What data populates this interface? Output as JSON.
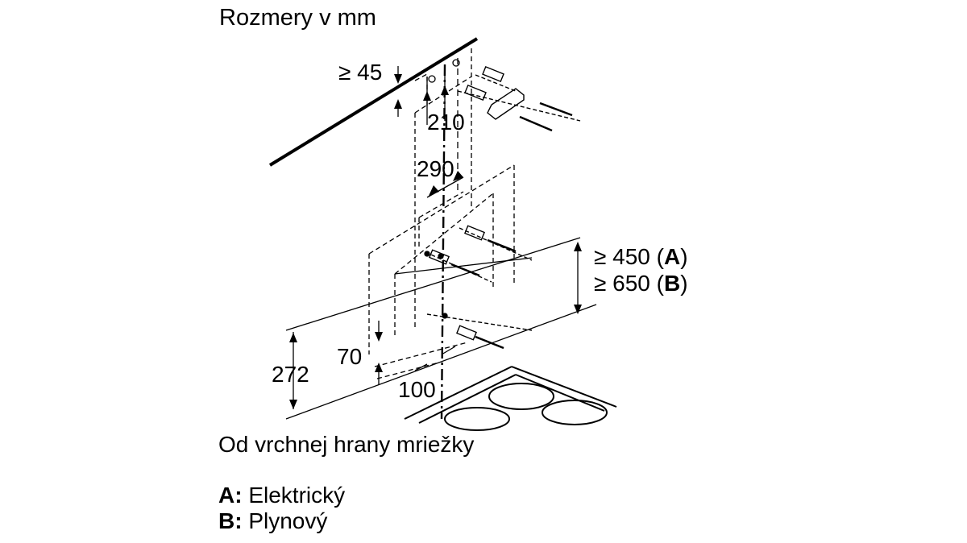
{
  "title": "Rozmery v mm",
  "dimensions": {
    "min_45": "≥ 45",
    "d210": "210",
    "d290": "290",
    "d70": "70",
    "d272": "272",
    "d100": "100"
  },
  "clearance": {
    "line_a": {
      "prefix": "≥ 450 (",
      "code": "A",
      "suffix": ")"
    },
    "line_b": {
      "prefix": "≥ 650 (",
      "code": "B",
      "suffix": ")"
    }
  },
  "caption": "Od vrchnej hrany mriežky",
  "legend": [
    {
      "code": "A:",
      "label": "Elektrický"
    },
    {
      "code": "B:",
      "label": "Plynový"
    }
  ],
  "colors": {
    "ink": "#000000",
    "background": "#ffffff"
  }
}
